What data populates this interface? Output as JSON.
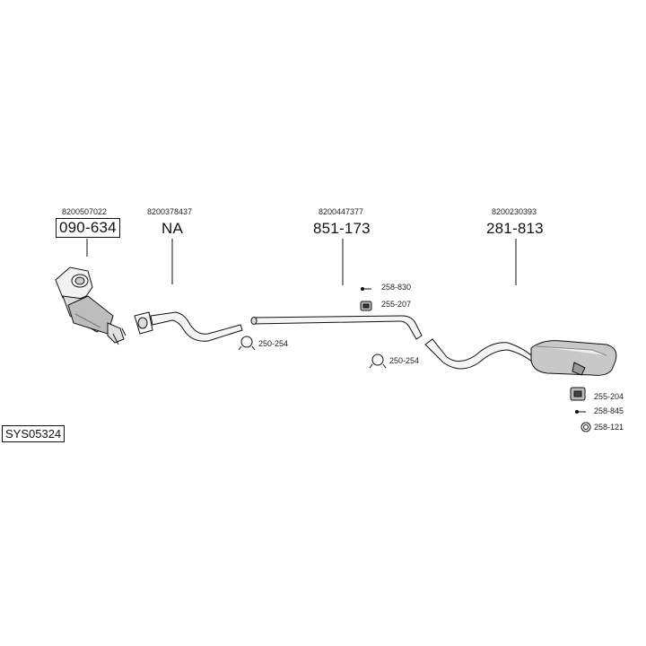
{
  "system_code": "SYS05324",
  "main_parts": [
    {
      "oem": "8200507022",
      "part_number": "090-634",
      "boxed": true
    },
    {
      "oem": "8200378437",
      "part_number": "NA",
      "boxed": false
    },
    {
      "oem": "8200447377",
      "part_number": "851-173",
      "boxed": false
    },
    {
      "oem": "8200230393",
      "part_number": "281-813",
      "boxed": false
    }
  ],
  "accessories": [
    {
      "part_number": "258-830",
      "icon": "bolt-icon"
    },
    {
      "part_number": "255-207",
      "icon": "rubber-mount-icon"
    },
    {
      "part_number": "250-254",
      "icon": "clamp-icon"
    },
    {
      "part_number": "250-254",
      "icon": "clamp-icon"
    },
    {
      "part_number": "255-204",
      "icon": "rubber-mount-icon"
    },
    {
      "part_number": "258-845",
      "icon": "bolt-icon"
    },
    {
      "part_number": "258-121",
      "icon": "ring-gasket-icon"
    }
  ]
}
